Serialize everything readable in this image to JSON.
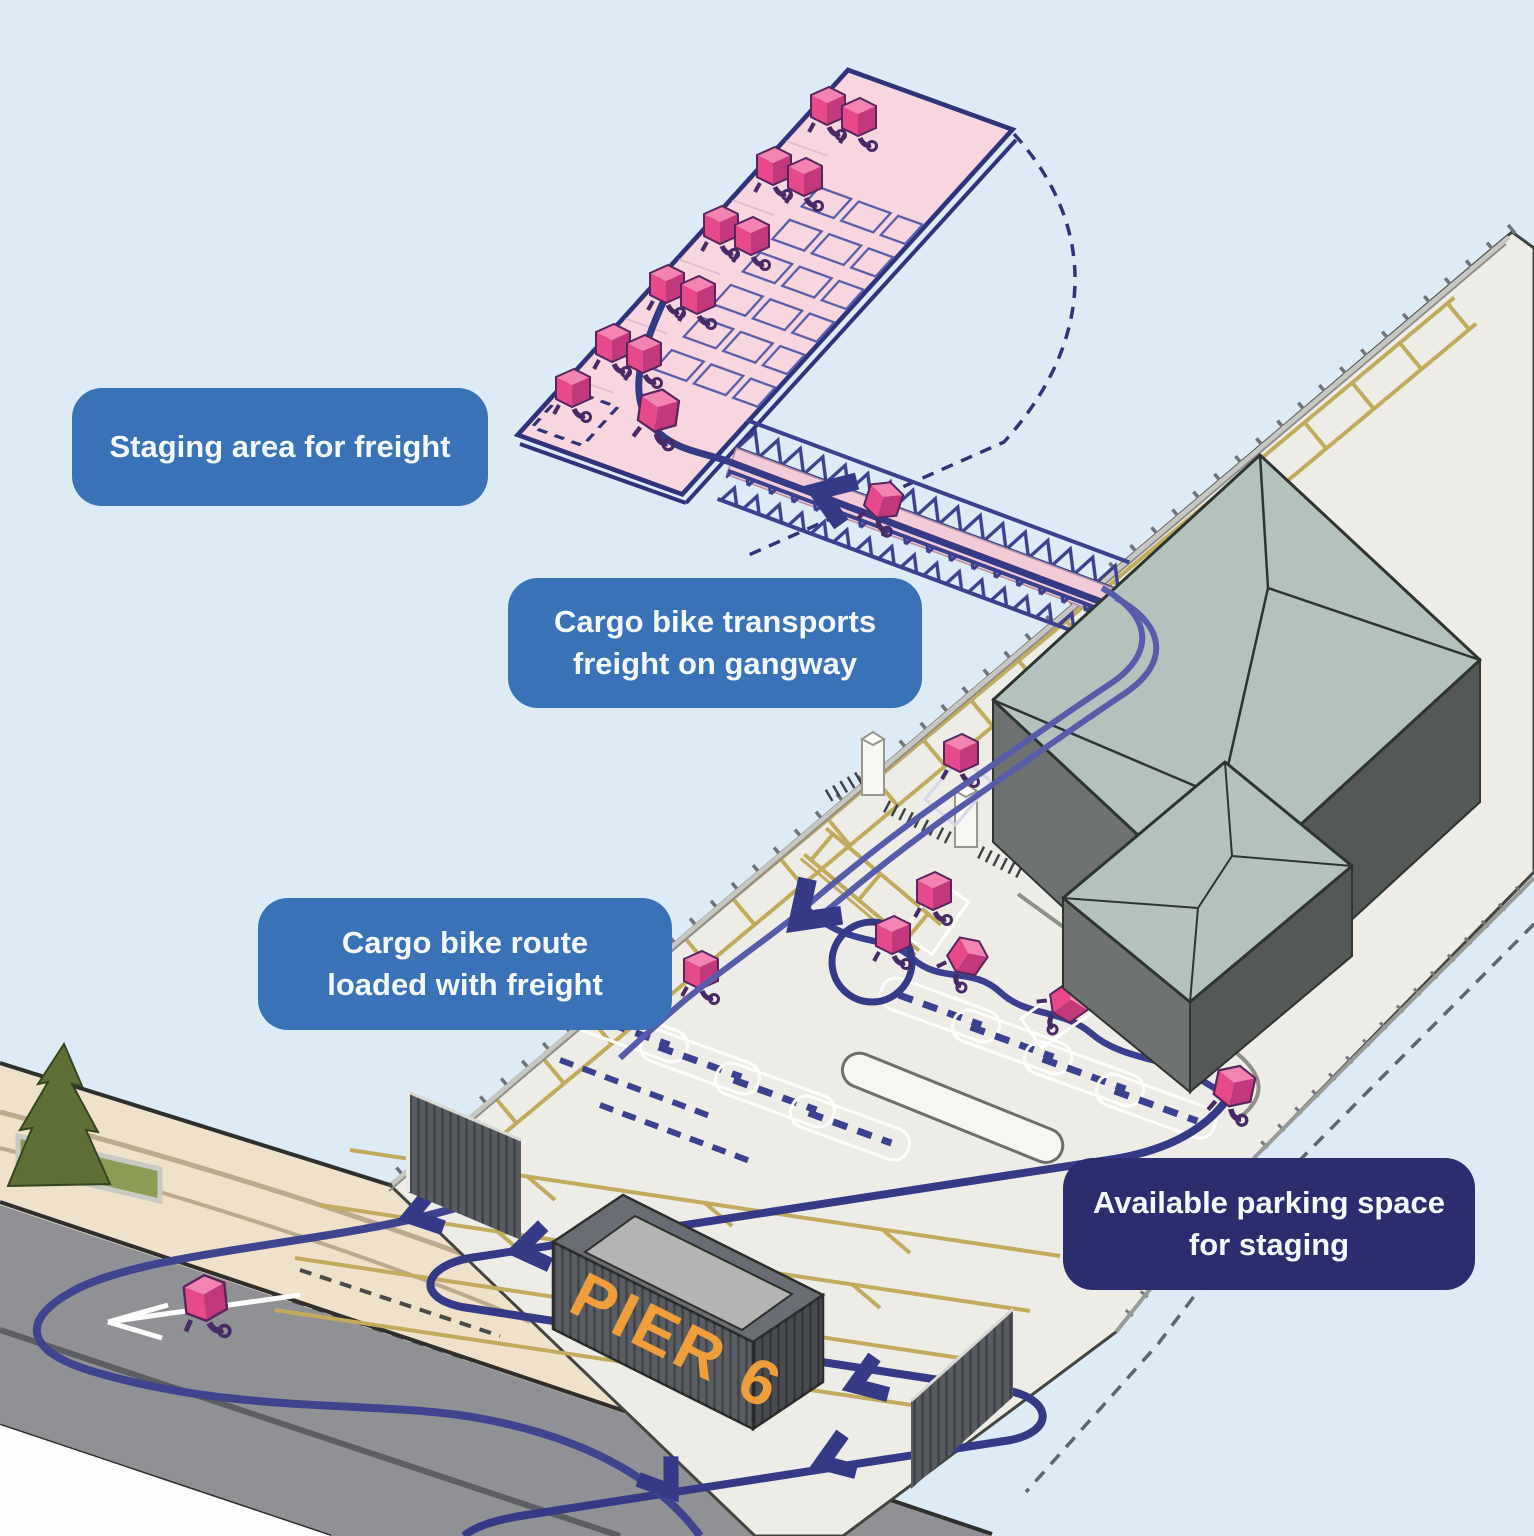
{
  "scene": {
    "description": "Isometric diagram of a cargo-bike freight staging operation at a ferry pier",
    "background_color": "#dcebf6"
  },
  "labels": {
    "staging_area": {
      "text": "Staging area for freight",
      "bg_color": "#3a72b8",
      "text_color": "#ffffff"
    },
    "gangway": {
      "line1": "Cargo bike transports",
      "line2": "freight on gangway",
      "bg_color": "#3a72b8",
      "text_color": "#ffffff"
    },
    "bike_route": {
      "line1": "Cargo bike route",
      "line2": "loaded with freight",
      "bg_color": "#3a72b8",
      "text_color": "#ffffff"
    },
    "parking": {
      "line1": "Available parking space",
      "line2": "for staging",
      "bg_color": "#2b2d6f",
      "text_color": "#ffffff"
    }
  },
  "pier_sign": {
    "text": "PIER 6",
    "color": "#ee9f3c"
  },
  "palette": {
    "water": "#dcebf6",
    "pier_deck": "#edece7",
    "barge_fill": "#f8d6e0",
    "barge_outline": "#2f3379",
    "route_navy": "#343a86",
    "route_light": "#565baa",
    "cargo_bike_pink": "#e8498c",
    "building_roof": "#b4c2be",
    "building_wall": "#6e7270",
    "road_gray": "#909194",
    "beach_sand": "#efe1ca",
    "marking_yellow": "#c3ab5e",
    "container_wall": "#5a5d63",
    "label_blue": "#3a72b8",
    "label_navy": "#2b2d6f"
  }
}
